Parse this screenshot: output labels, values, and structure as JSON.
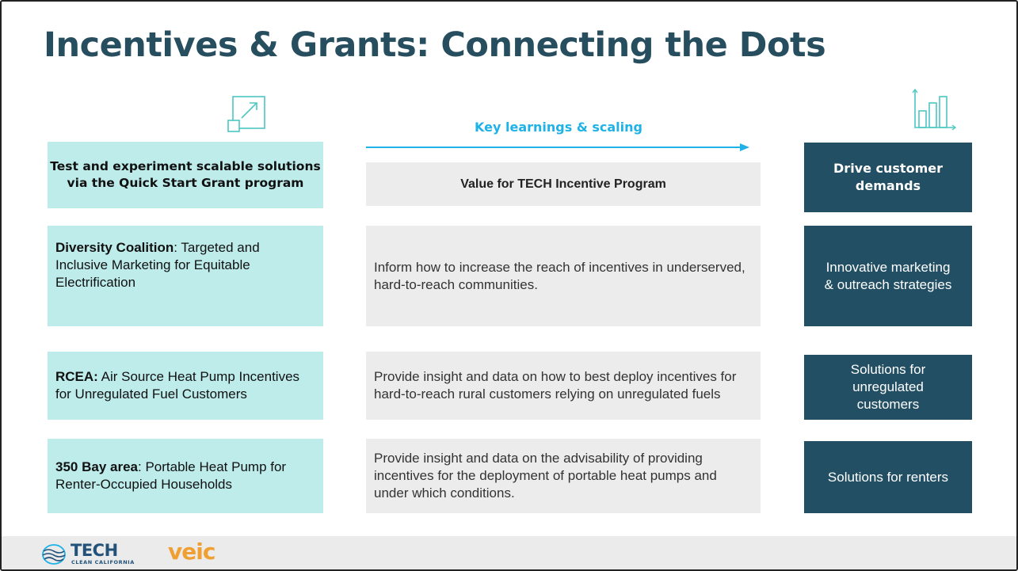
{
  "slide": {
    "title": "Incentives & Grants: Connecting the Dots",
    "arrow_label": "Key learnings & scaling",
    "header_left": "Test and experiment scalable solutions via the Quick Start Grant program",
    "header_middle": "Value for TECH Incentive Program",
    "header_right": "Drive customer demands",
    "rows": [
      {
        "grantee": "Diversity Coalition",
        "grantee_sep": ": ",
        "project": "Targeted and Inclusive Marketing for Equitable Electrification",
        "value": "Inform how to increase the reach of incentives in underserved, hard-to-reach communities.",
        "outcome": "Innovative marketing & outreach strategies"
      },
      {
        "grantee": "RCEA:",
        "grantee_sep": " ",
        "project": "Air Source Heat Pump Incentives for Unregulated Fuel Customers",
        "value": "Provide insight and data on how to best deploy incentives for hard-to-reach rural customers relying on unregulated fuels",
        "outcome": "Solutions for unregulated customers"
      },
      {
        "grantee": "350 Bay area",
        "grantee_sep": ": ",
        "project": "Portable Heat Pump for Renter-Occupied Households",
        "value": "Provide insight and data on the advisability of providing incentives for the deployment of portable heat pumps and under which conditions.",
        "outcome": "Solutions for renters"
      }
    ]
  },
  "footer": {
    "tech_logo_text": "TECH",
    "tech_logo_subtext": "CLEAN CALIFORNIA",
    "veic_logo_text": "veic"
  },
  "icons": [
    "expand-arrow-icon",
    "bar-chart-icon",
    "tech-logo-icon"
  ],
  "colors": {
    "title": "#264e5f",
    "teal_box": "#bdeceb",
    "grey_box": "#ececec",
    "dark_box": "#224f63",
    "arrow": "#1fb2e6",
    "veic": "#f0a032",
    "tech_blue": "#22527a"
  }
}
